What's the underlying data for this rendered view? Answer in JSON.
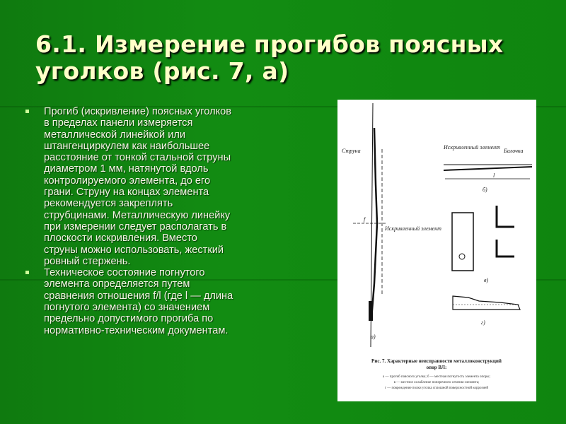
{
  "slide": {
    "title_lines": [
      "6.1. Измерение прогибов поясных",
      "уголков (рис. 7, а)"
    ],
    "bullets": [
      {
        "lines": [
          "Прогиб (искривление) поясных уголков",
          "в пределах панели измеряется",
          "металлической линейкой или",
          "штангенциркулем как наибольшее",
          "расстояние от тонкой стальной струны",
          "диаметром 1 мм, натянутой вдоль",
          "контролируемого элемента, до его",
          "грани. Струну на концах элемента",
          "рекомендуется закреплять",
          "струбцинами. Металлическую линейку",
          "при измерении следует располагать в",
          "плоскости искривления. Вместо",
          "струны можно использовать, жесткий",
          "ровный стержень."
        ]
      },
      {
        "lines": [
          "Техническое состояние погнутого",
          "элемента определяется путем",
          "сравнения отношения f/l (где l — длина",
          "погнутого элемента) со значением",
          "предельно допустимого прогиба по",
          "нормативно-техническим документам."
        ]
      }
    ],
    "figure": {
      "labels": {
        "string": "Струна",
        "curved_element": "Искривленный элемент",
        "beam": "Балочка",
        "a": "а)",
        "b": "б)",
        "v": "в)",
        "g": "г)",
        "f": "f",
        "l": "l"
      },
      "caption_lines": [
        "Рис. 7. Характерные неисправности металлоконструкций",
        "опор ВЛ:"
      ],
      "legend_lines": [
        "а — прогиб поясного уголка; б — местная погнутость элемента опоры;",
        "в — местное ослабление поперечного сечения элемента;",
        "г — повреждение полки уголка сплошной поверхностной коррозией"
      ]
    }
  },
  "colors": {
    "background": "#128c12",
    "title": "#ffffc8",
    "text": "#f4f4e4",
    "bullet": "#ccff99"
  }
}
